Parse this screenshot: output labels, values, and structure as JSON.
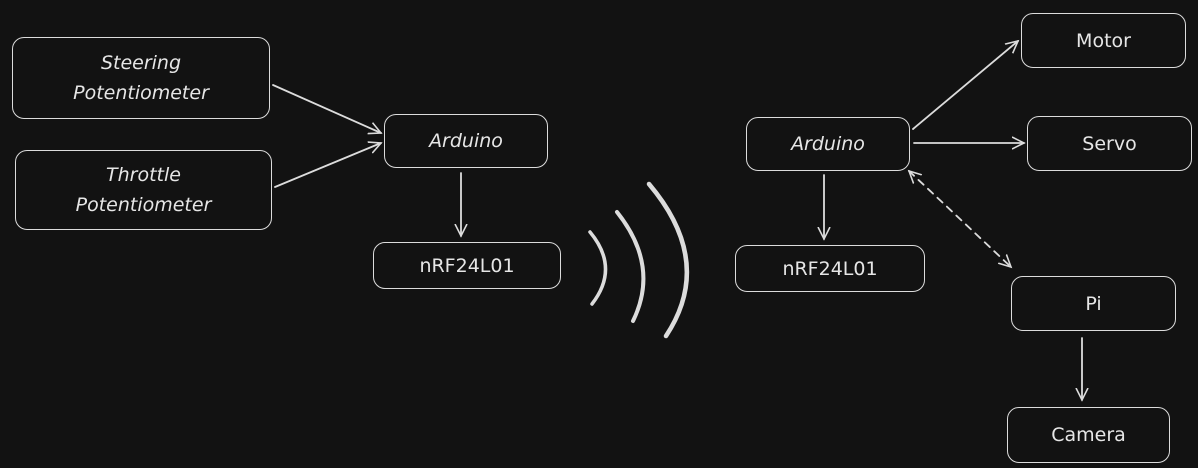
{
  "colors": {
    "background": "#121212",
    "stroke": "#dcdcdc",
    "text": "#e6e6e6"
  },
  "transmitter": {
    "steering": [
      "Steering",
      "Potentiometer"
    ],
    "throttle": [
      "Throttle",
      "Potentiometer"
    ],
    "arduino": "Arduino",
    "radio": "nRF24L01"
  },
  "receiver": {
    "arduino": "Arduino",
    "radio": "nRF24L01",
    "motor": "Motor",
    "servo": "Servo",
    "pi": "Pi",
    "camera": "Camera"
  },
  "wireless_icon": "radio-waves-icon"
}
